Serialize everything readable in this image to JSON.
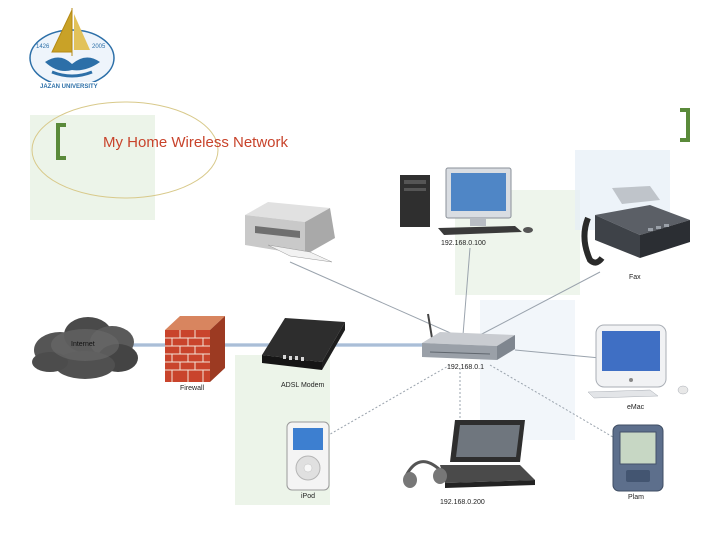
{
  "logo": {
    "org_name": "JAZAN UNIVERSITY",
    "year_left": "1426",
    "year_right": "2005"
  },
  "slide": {
    "title": "My Home Wireless Network"
  },
  "nodes": {
    "internet": "Internet",
    "firewall": "Firewall",
    "modem": "ADSL Modem",
    "router": "192.168.0.1",
    "desktop": "192.168.0.100",
    "fax": "Fax",
    "emac": "eMac",
    "laptop": "192.168.0.200",
    "ipod": "iPod",
    "palm": "Plam"
  },
  "colors": {
    "title": "#c8432b",
    "bracket": "#5a8a3a",
    "logo_blue": "#2c6fa8",
    "logo_gold": "#c9a227",
    "wired_link": "#8fa8c8",
    "wireless_link": "#9aa3ad"
  }
}
